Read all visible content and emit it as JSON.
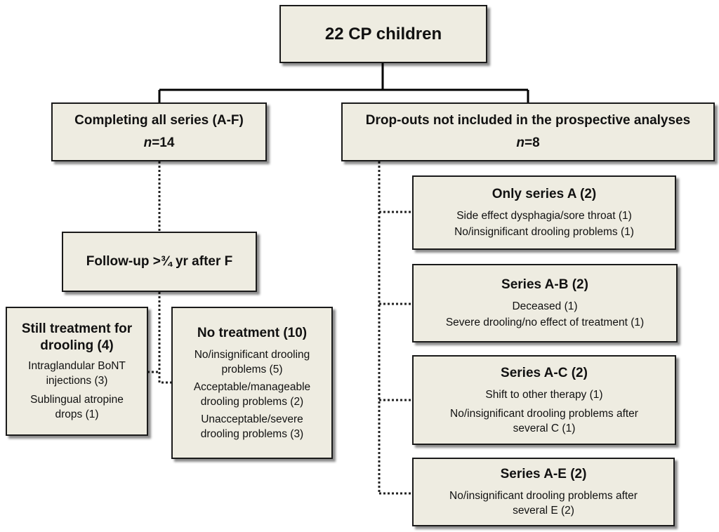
{
  "root": {
    "title": "22 CP children"
  },
  "completing": {
    "title": "Completing all series (A-F)",
    "n_label": "n",
    "n_value": "=14"
  },
  "dropouts": {
    "title": "Drop-outs not included in the prospective analyses",
    "n_label": "n",
    "n_value": "=8"
  },
  "followup": {
    "title": "Follow-up >¾ yr after F"
  },
  "still_treatment": {
    "title_line1": "Still treatment for",
    "title_line2": "drooling (4)",
    "items": [
      {
        "line1": "Intraglandular BoNT",
        "line2": "injections (3)"
      },
      {
        "line1": "Sublingual atropine",
        "line2": "drops (1)"
      }
    ]
  },
  "no_treatment": {
    "title": "No treatment (10)",
    "items": [
      {
        "line1": "No/insignificant drooling",
        "line2": "problems (5)"
      },
      {
        "line1": "Acceptable/manageable",
        "line2": "drooling problems (2)"
      },
      {
        "line1": "Unacceptable/severe",
        "line2": "drooling problems (3)"
      }
    ]
  },
  "series_a": {
    "title": "Only series A (2)",
    "items": [
      "Side effect dysphagia/sore throat (1)",
      "No/insignificant drooling problems (1)"
    ]
  },
  "series_ab": {
    "title": "Series A-B (2)",
    "items": [
      "Deceased  (1)",
      "Severe drooling/no effect of treatment (1)"
    ]
  },
  "series_ac": {
    "title": "Series A-C (2)",
    "items": [
      "Shift to other therapy (1)"
    ],
    "item2_line1": "No/insignificant drooling problems after",
    "item2_line2": "several C (1)"
  },
  "series_ae": {
    "title": "Series A-E (2)",
    "item_line1": "No/insignificant drooling problems after",
    "item_line2": "several E (2)"
  }
}
